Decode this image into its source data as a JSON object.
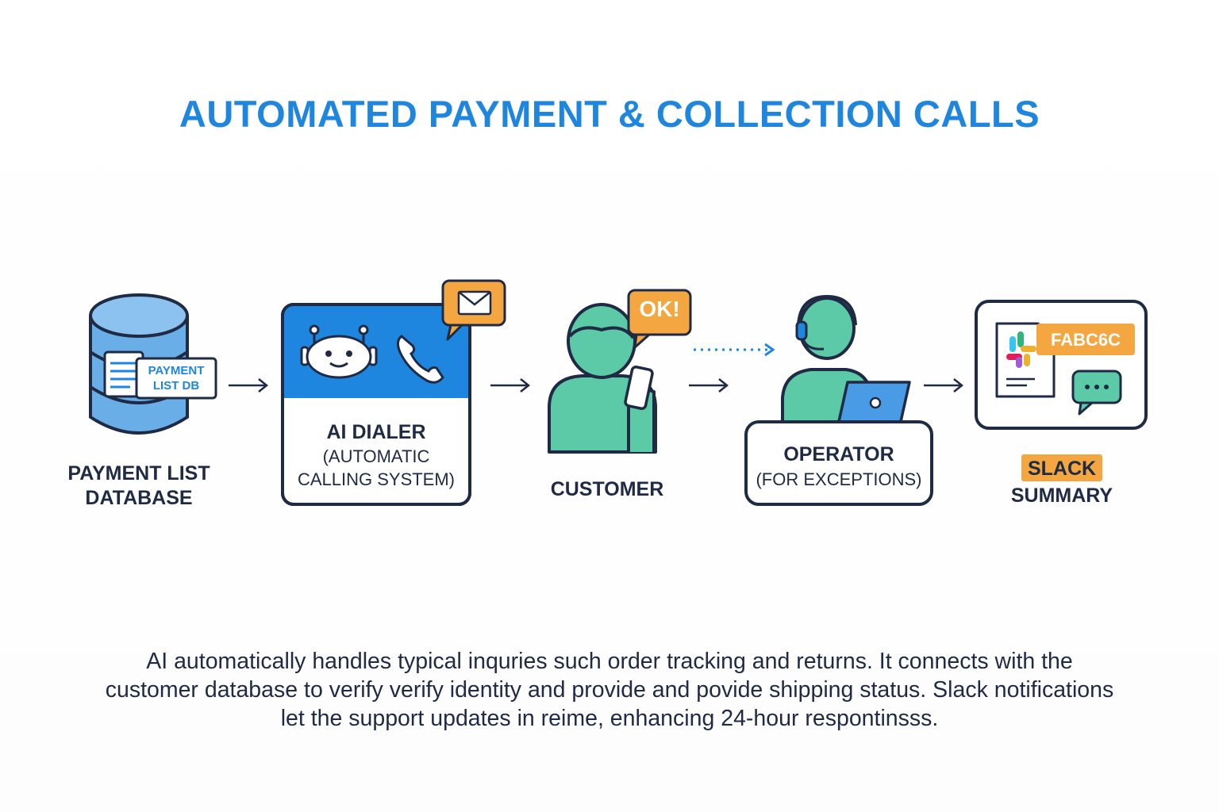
{
  "title": "AUTOMATED PAYMENT & COLLECTION CALLS",
  "nodes": {
    "database": {
      "label_line1": "PAYMENT LIST",
      "label_line2": "DATABASE",
      "card_line1": "PAYMENT",
      "card_line2": "LIST DB",
      "icon": "database-icon"
    },
    "dialer": {
      "label_line1": "AI DIALER",
      "label_line2": "(AUTOMATIC",
      "label_line3": "CALLING SYSTEM)",
      "icons": [
        "robot-icon",
        "phone-icon",
        "envelope-icon"
      ]
    },
    "customer": {
      "label": "CUSTOMER",
      "bubble": "OK!",
      "icon": "person-with-phone-icon"
    },
    "operator": {
      "label_line1": "OPERATOR",
      "label_line2": "(FOR EXCEPTIONS)",
      "icon": "operator-headset-icon"
    },
    "slack": {
      "tag": "SLACK",
      "label": "SUMMARY",
      "badge": "FABC6C",
      "icons": [
        "document-icon",
        "slack-logo-icon",
        "chat-bubble-icon"
      ]
    }
  },
  "caption_lines": [
    "AI automatically handles typical inquries such order tracking and returns. It connects with the",
    "customer database to verify verify identity and provide and povide shipping status. Slack notifications",
    "let the support updates in reime, enhancing 24-hour respontinsss."
  ],
  "colors": {
    "title": "#1f86e0",
    "blue": "#1f86e0",
    "teal": "#5cc9a7",
    "orange": "#f4a640",
    "dark": "#1f2a44",
    "panel_border": "#1f2a44"
  }
}
